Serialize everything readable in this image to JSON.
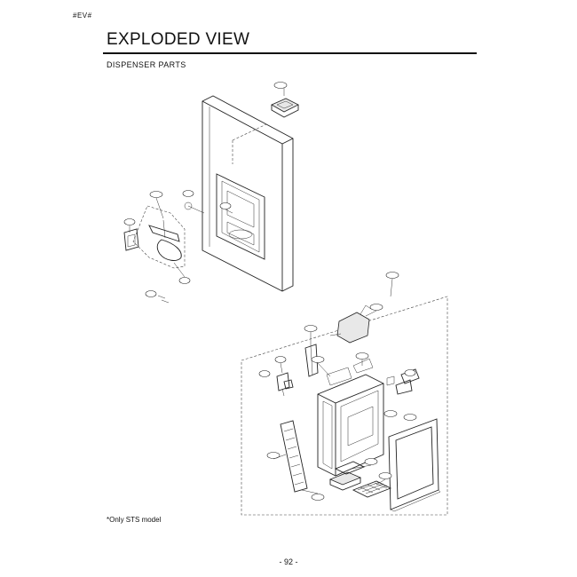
{
  "header": {
    "corner_label": "#EV#"
  },
  "page": {
    "title": "EXPLODED VIEW",
    "section": "DISPENSER PARTS",
    "note": "*Only STS model",
    "page_number": "- 92 -"
  }
}
